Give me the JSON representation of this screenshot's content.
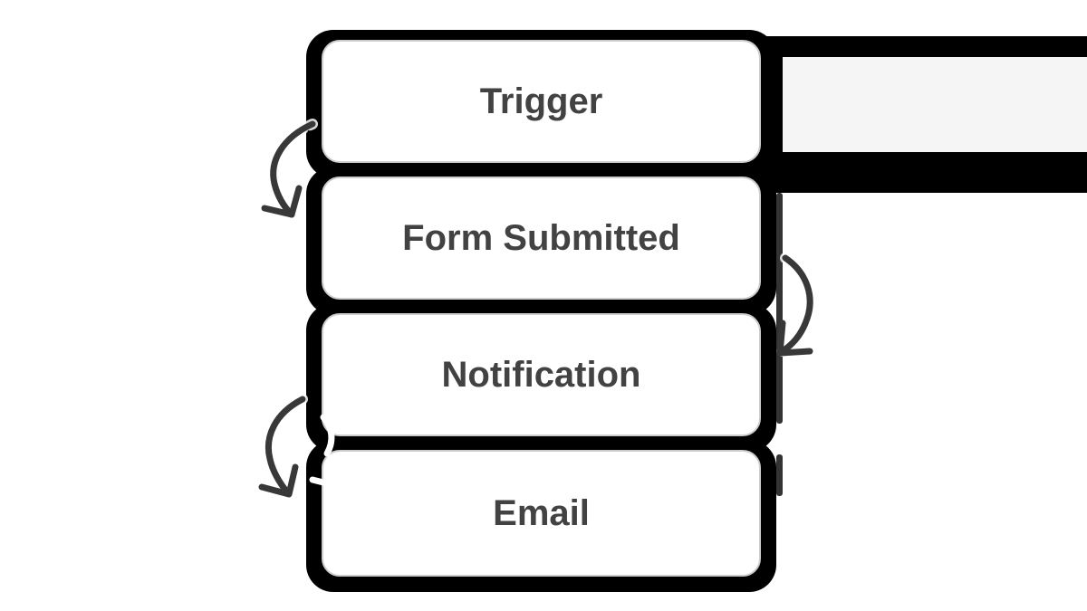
{
  "diagram": {
    "type": "flowchart",
    "background_color": "#ffffff",
    "blob_color": "#000000",
    "node_fill": "#ffffff",
    "node_border_color": "#cccccc",
    "label_color": "#424242",
    "arrow_color": "#383838",
    "ghost_box_fill": "#f5f5f5",
    "nodes": [
      {
        "id": "trigger",
        "label": "Trigger"
      },
      {
        "id": "form-submitted",
        "label": "Form Submitted"
      },
      {
        "id": "notification",
        "label": "Notification"
      },
      {
        "id": "email",
        "label": "Email"
      }
    ],
    "arrows": [
      {
        "id": "trigger-to-form-submitted",
        "side": "left",
        "from": "Trigger",
        "to": "Form Submitted"
      },
      {
        "id": "form-submitted-to-notification",
        "side": "right",
        "from": "Form Submitted",
        "to": "Notification"
      },
      {
        "id": "notification-to-email",
        "side": "left",
        "from": "Notification",
        "to": "Email"
      }
    ]
  }
}
